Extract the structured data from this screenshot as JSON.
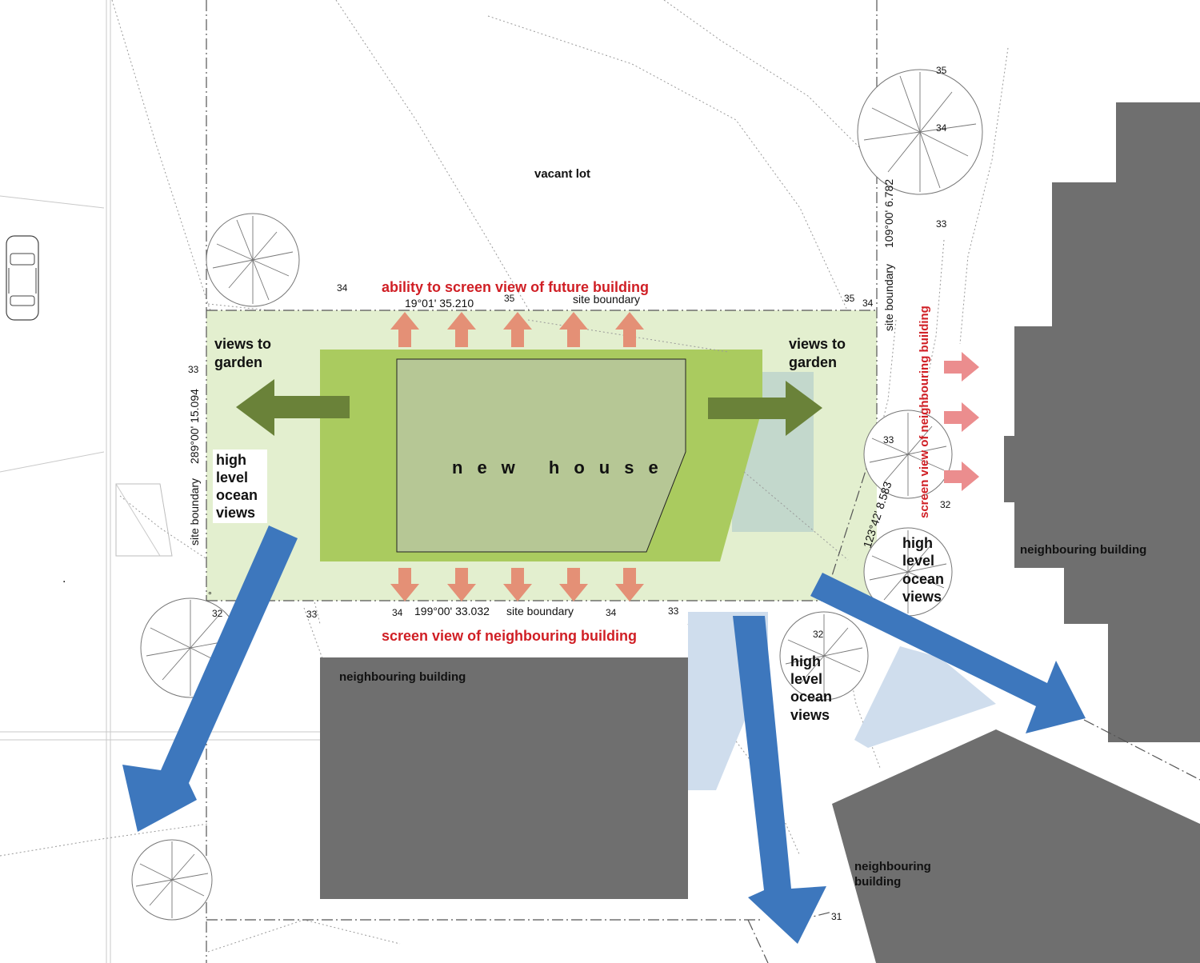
{
  "labels": {
    "vacant_lot": "vacant lot",
    "new_house": "new house",
    "views_to_garden_left": [
      "views to",
      "garden"
    ],
    "views_to_garden_right": [
      "views to",
      "garden"
    ],
    "ocean_views_left": [
      "high",
      "level",
      "ocean",
      "views"
    ],
    "ocean_views_right": [
      "high",
      "level",
      "ocean",
      "views"
    ],
    "ocean_views_bottom": [
      "high",
      "level",
      "ocean",
      "views"
    ],
    "screen_future": "ability to screen view of future building",
    "screen_neighbour_bottom": "screen view of neighbouring building",
    "screen_neighbour_right": "screen view of neighbouring building",
    "site_boundary_top": "site boundary",
    "site_boundary_bottom": "site boundary",
    "site_boundary_left": "site boundary",
    "site_boundary_right": "site boundary",
    "bearing_top": "19°01' 35.210",
    "bearing_bottom": "199°00' 33.032",
    "bearing_left": "289°00' 15.094",
    "bearing_right": "109°00' 6.782",
    "bearing_diag": "123°42' 8.583",
    "neighbour_1": "neighbouring building",
    "neighbour_2": "neighbouring building",
    "neighbour_3": [
      "neighbouring",
      "building"
    ],
    "degree_mark": "°",
    "dot_mark": "."
  },
  "contour_labels": [
    {
      "id": "c-34-top-left",
      "text": "34"
    },
    {
      "id": "c-35-top-mid",
      "text": "35"
    },
    {
      "id": "c-35-top-right",
      "text": "35"
    },
    {
      "id": "c-34-top-right",
      "text": "34"
    },
    {
      "id": "c-35-tree",
      "text": "35"
    },
    {
      "id": "c-34-tree",
      "text": "34"
    },
    {
      "id": "c-33-right",
      "text": "33"
    },
    {
      "id": "c-33-left",
      "text": "33"
    },
    {
      "id": "c-33-mid-right",
      "text": "33"
    },
    {
      "id": "c-32-right",
      "text": "32"
    },
    {
      "id": "c-32-left",
      "text": "32"
    },
    {
      "id": "c-33-bottom-left",
      "text": "33"
    },
    {
      "id": "c-34-bottom-1",
      "text": "34"
    },
    {
      "id": "c-34-bottom-2",
      "text": "34"
    },
    {
      "id": "c-33-bottom-mid",
      "text": "33"
    },
    {
      "id": "c-32-bottom",
      "text": "32"
    },
    {
      "id": "c-31",
      "text": "31"
    }
  ],
  "colors": {
    "site_fill": "#e3efcf",
    "house_outer": "#aacb5f",
    "house_inner": "#b6c795",
    "garden_arrow": "#6a8239",
    "ocean_arrow": "#3d77bd",
    "screen_arrow_orange": "#e49076",
    "screen_arrow_pink": "#eb8d8e",
    "neighbour": "#6f6f6f",
    "pale_blue": "#cfdded",
    "pale_teal": "#c3d8cc",
    "red_text": "#d01f25"
  },
  "icons": [
    "car-icon",
    "tree-icon"
  ]
}
